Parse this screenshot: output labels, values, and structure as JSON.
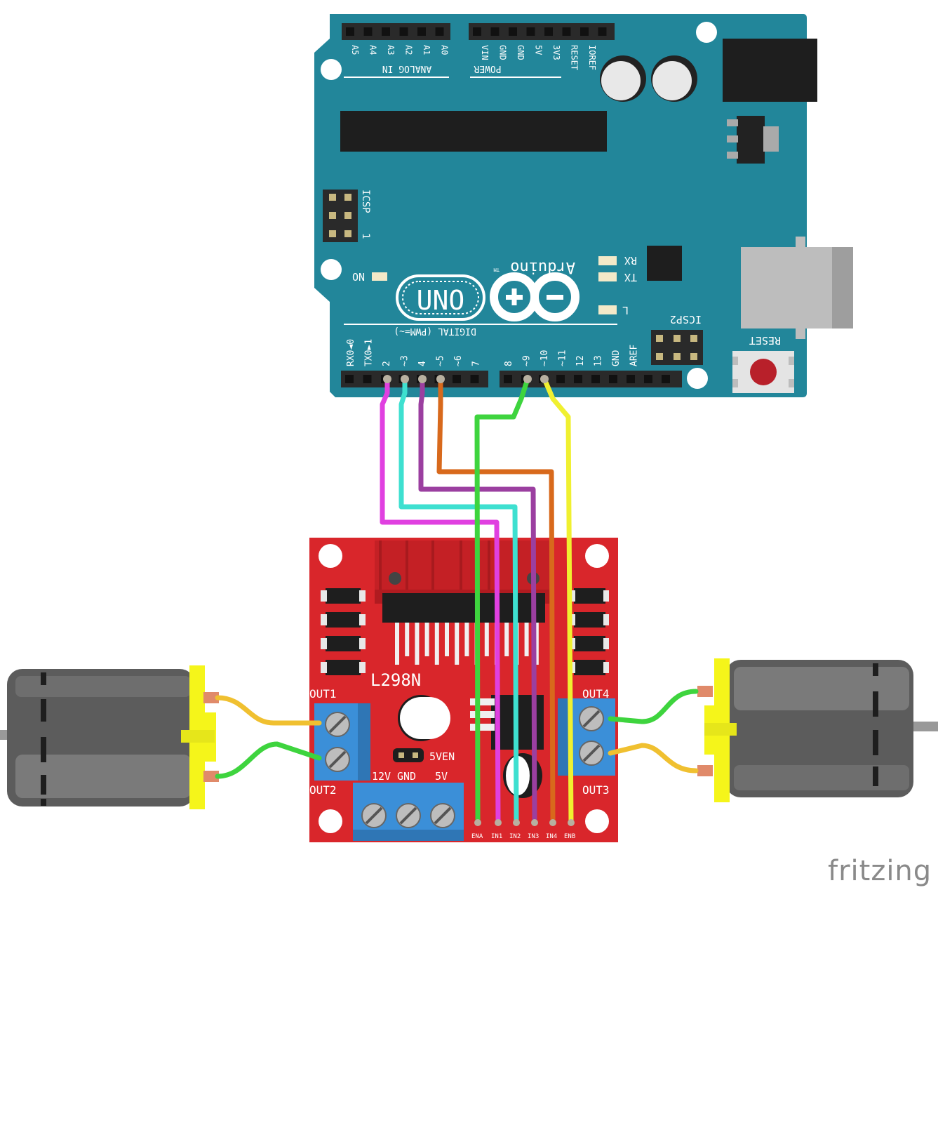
{
  "arduino": {
    "analog_pins": [
      "A5",
      "A4",
      "A3",
      "A2",
      "A1",
      "A0"
    ],
    "analog_header": "ANALOG IN",
    "power_pins": [
      "VIN",
      "GND",
      "GND",
      "5V",
      "3V3",
      "RESET",
      "IOREF"
    ],
    "power_header": "POWER",
    "digital_left_pins": [
      "RX0◄0",
      "TX0►1",
      "2",
      "~3",
      "4",
      "~5",
      "~6",
      "7"
    ],
    "digital_right_pins": [
      "8",
      "~9",
      "~10",
      "~11",
      "12",
      "13",
      "GND",
      "AREF"
    ],
    "digital_header": "DIGITAL (PWM=~)",
    "icsp": "ICSP",
    "icsp2": "ICSP2",
    "pin1_mark": "1",
    "on_label": "ON",
    "rx_label": "RX",
    "tx_label": "TX",
    "l_label": "L",
    "reset_label": "RESET",
    "brand": "Arduino",
    "tm": "TM",
    "model": "UNO"
  },
  "driver": {
    "chip": "L298N",
    "out1": "OUT1",
    "out2": "OUT2",
    "out3": "OUT3",
    "out4": "OUT4",
    "sven": "5VEN",
    "power_labels": [
      "12V",
      "GND",
      "5V"
    ],
    "input_pins": [
      "ENA",
      "IN1",
      "IN2",
      "IN3",
      "IN4",
      "ENB"
    ]
  },
  "wires": [
    {
      "from": "2",
      "to": "IN1",
      "color": "#e040e0"
    },
    {
      "from": "~3",
      "to": "IN2",
      "color": "#3ee0d0"
    },
    {
      "from": "4",
      "to": "IN3",
      "color": "#9b3fa0"
    },
    {
      "from": "~5",
      "to": "IN4",
      "color": "#d8691c"
    },
    {
      "from": "~9",
      "to": "ENA",
      "color": "#3ed43e"
    },
    {
      "from": "~10",
      "to": "ENB",
      "color": "#f0f030"
    }
  ],
  "colors": {
    "arduino_board": "#22869a",
    "driver_board": "#d9262b",
    "terminal_block": "#3b8fd8",
    "motor_body": "#6d6d6d",
    "motor_cap": "#f5f51a"
  },
  "watermark": "fritzing"
}
